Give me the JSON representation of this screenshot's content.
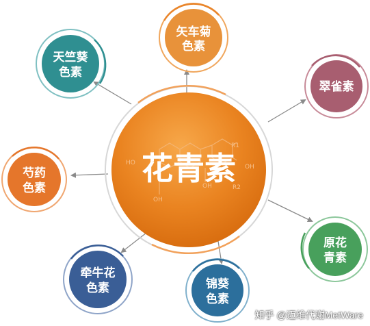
{
  "center": {
    "label": "花青素",
    "color": "#e87f1e"
  },
  "molecule_labels": {
    "ho": "HO",
    "oh_right": "OH",
    "oh_bottom": "OH",
    "oh_mid": "OH",
    "r1": "R1",
    "r2": "R2"
  },
  "nodes": [
    {
      "id": "chuanjuse",
      "lines": [
        "矢车菊",
        "色素"
      ],
      "color": "#e8923a"
    },
    {
      "id": "cuiquesu",
      "lines": [
        "翠雀素"
      ],
      "color": "#a85e70"
    },
    {
      "id": "yuanhuaqingsu",
      "lines": [
        "原花",
        "青素"
      ],
      "color": "#48a05c"
    },
    {
      "id": "jinkuisesu",
      "lines": [
        "锦葵",
        "色素"
      ],
      "color": "#2c6f9c"
    },
    {
      "id": "qianniuhuasesu",
      "lines": [
        "牵牛花",
        "色素"
      ],
      "color": "#3a5e96"
    },
    {
      "id": "shaoyaosesu",
      "lines": [
        "芍药",
        "色素"
      ],
      "color": "#e5762b"
    },
    {
      "id": "tianzhukuisesu",
      "lines": [
        "天竺葵",
        "色素"
      ],
      "color": "#2f8f91"
    }
  ],
  "watermark": "知乎 @迈维代谢MetWare"
}
